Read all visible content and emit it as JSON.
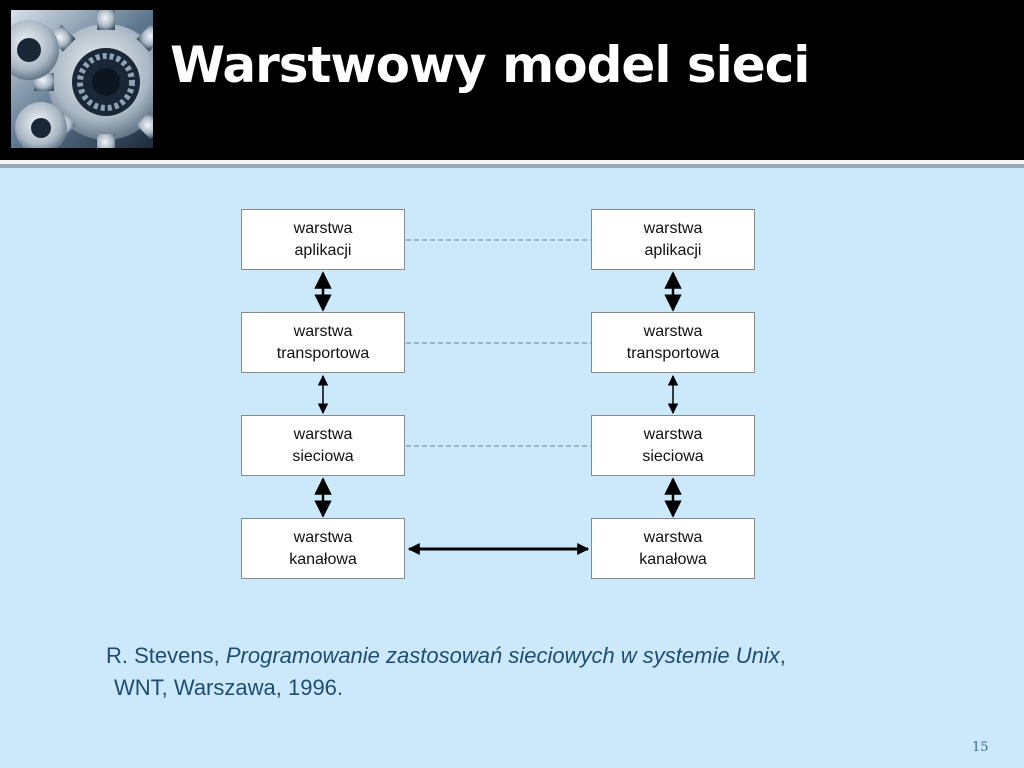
{
  "slide": {
    "title": "Warstwowy model sieci",
    "page_number": "15",
    "background_color": "#cce9fb",
    "header_color": "#000000",
    "logo_icon": "gears-icon"
  },
  "diagram": {
    "left_stack": [
      {
        "line1": "warstwa",
        "line2": "aplikacji"
      },
      {
        "line1": "warstwa",
        "line2": "transportowa"
      },
      {
        "line1": "warstwa",
        "line2": "sieciowa"
      },
      {
        "line1": "warstwa",
        "line2": "kanałowa"
      }
    ],
    "right_stack": [
      {
        "line1": "warstwa",
        "line2": "aplikacji"
      },
      {
        "line1": "warstwa",
        "line2": "transportowa"
      },
      {
        "line1": "warstwa",
        "line2": "sieciowa"
      },
      {
        "line1": "warstwa",
        "line2": "kanałowa"
      }
    ],
    "peer_links": [
      "dashed",
      "dashed",
      "dashed",
      "solid-bidirectional-arrow"
    ],
    "vertical_links": "bidirectional-arrow"
  },
  "citation": {
    "author": "R. Stevens, ",
    "book_title": "Programowanie zastosowań sieciowych w systemie Unix",
    "separator": ",",
    "publisher_line": "WNT, Warszawa, 1996."
  }
}
